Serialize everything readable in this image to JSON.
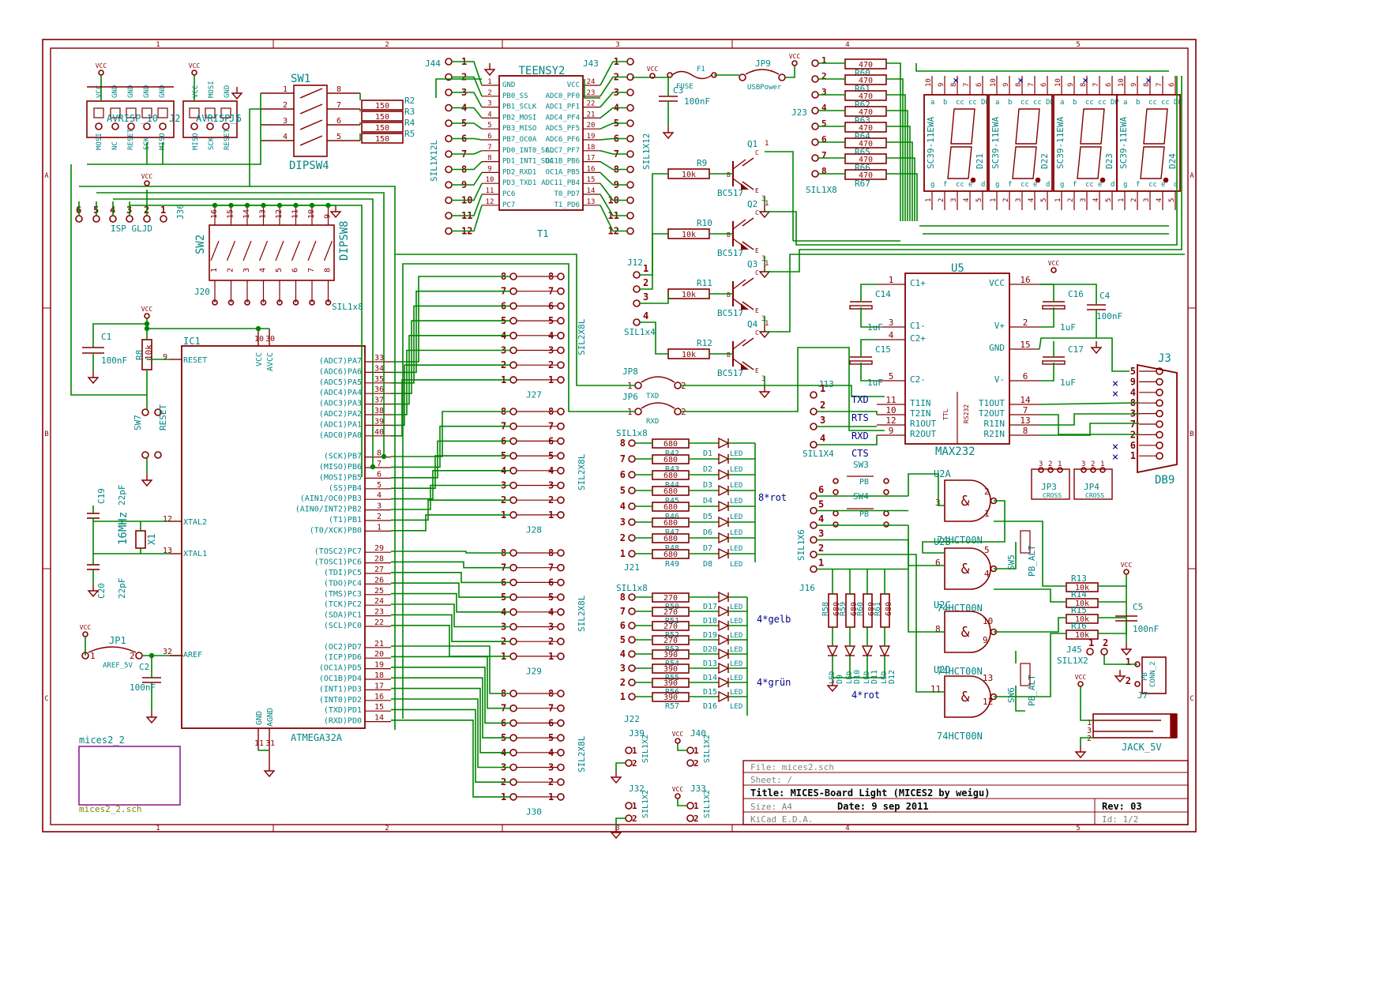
{
  "colors": {
    "wire": "#008400",
    "part": "#840000",
    "text": "#008484",
    "net": "#000084",
    "border": "#840000",
    "frame": "#000000"
  },
  "frame": {
    "cols": [
      "1",
      "2",
      "3",
      "4",
      "5"
    ],
    "rows": [
      "A",
      "B",
      "C"
    ]
  },
  "titleblock": {
    "file": "File: mices2.sch",
    "sheet": "Sheet: /",
    "title": "Title: MICES-Board Light (MICES2 by weigu)",
    "size": "Size: A4",
    "date": "Date: 9 sep 2011",
    "rev": "Rev: 03",
    "kicad": "KiCad E.D.A.",
    "id": "Id: 1/2"
  },
  "sheetbox": {
    "name": "mices2_2",
    "file": "mices2_2.sch"
  },
  "labels": {
    "avrisp_j2": "AVRISP_10",
    "j2": "J2",
    "avrisp_j1": "AVRISP_6",
    "j1": "J1",
    "sw1": "SW1",
    "dipsw4": "DIPSW4",
    "isp": "ISP GLJD",
    "j36": "J36",
    "sw2": "SW2",
    "dipsw8": "DIPSW8",
    "j20": "J20",
    "sil1x8": "SIL1x8",
    "c1": "C1",
    "c1v": "100nF",
    "r8": "R8",
    "r8v": "10k",
    "ic1": "IC1",
    "reset": "RESET",
    "sw7": "SW7",
    "swreset": "RESET",
    "c19": "C19",
    "c19v": "22pF",
    "x1": "X1",
    "x1v": "16MHz",
    "c20": "C20",
    "c20v": "22pF",
    "xtal2": "XTAL2",
    "xtal1": "XTAL1",
    "jp1": "JP1",
    "aref5": "AREF_5V",
    "c2": "C2",
    "c2v": "100nF",
    "aref": "AREF",
    "atmega": "ATMEGA32A",
    "vcc": "VCC",
    "avcc": "AVCC",
    "gnd": "GND",
    "agnd": "AGND",
    "teensy": "TEENSY2",
    "t1": "T1",
    "j44": "J44",
    "j43": "J43",
    "sil1x12l": "SIL1X12L",
    "sil1x12": "SIL1X12",
    "f1": "F1",
    "fuse": "FUSE",
    "c3": "C3",
    "c3v": "100nF",
    "jp9": "JP9",
    "usbpower": "USBPower",
    "q1": "Q1",
    "q2": "Q2",
    "q3": "Q3",
    "q4": "Q4",
    "bc517": "BC517",
    "r9": "R9",
    "r10": "R10",
    "r11": "R11",
    "r12": "R12",
    "k10": "10k",
    "j12": "J12",
    "sil1x4": "SIL1x4",
    "jp8": "JP8",
    "txd": "TXD",
    "jp6": "JP6",
    "rxd": "RXD",
    "j23": "J23",
    "sil1x8b": "SIL1X8",
    "seg": "SC39-11EWA",
    "u5": "U5",
    "max232": "MAX232",
    "j13": "J13",
    "sil1x4b": "SIL1X4",
    "net_txd": "TXD",
    "net_rts": "RTS",
    "net_rxd": "RXD",
    "net_cts": "CTS",
    "c14": "C14",
    "c15": "C15",
    "c16": "C16",
    "c17": "C17",
    "c4": "C4",
    "uf": "1uF",
    "c4v": "100nF",
    "j3": "J3",
    "db9": "DB9",
    "jp3": "JP3",
    "jp4": "JP4",
    "cross": "CROSS",
    "sil2x8l": "SIL2X8L",
    "j27": "J27",
    "j28": "J28",
    "j29": "J29",
    "j30": "J30",
    "j21": "J21",
    "j22": "J22",
    "sil1x8c": "SIL1x8",
    "rot8": "8*rot",
    "gelb": "4*gelb",
    "gruen": "4*grün",
    "rot4": "4*rot",
    "sw3": "SW3",
    "sw4": "SW4",
    "pb": "PB",
    "sil1x6": "SIL1X6",
    "j16": "J16",
    "u2a": "U2A",
    "u2b": "U2B",
    "u2c": "U2C",
    "u2d": "U2D",
    "hct": "74HCT00N",
    "sw5": "SW5",
    "sw6": "SW6",
    "pbalt": "PB_ALT",
    "c5": "C5",
    "c5v": "100nF",
    "j45": "J45",
    "sil1x2": "SIL1X2",
    "j7": "J7",
    "conn2": "CONN_2",
    "jack": "JACK_5V",
    "j39": "J39",
    "j40": "J40",
    "j32": "J32",
    "j33": "J33",
    "sil1x2v": "SIL1X2"
  },
  "atmega_right": [
    "(ADC7)PA7",
    "(ADC6)PA6",
    "(ADC5)PA5",
    "(ADC4)PA4",
    "(ADC3)PA3",
    "(ADC2)PA2",
    "(ADC1)PA1",
    "(ADC0)PA0",
    "",
    "(SCK)PB7",
    "(MISO)PB6",
    "(MOSI)PB5",
    "(SS)PB4",
    "(AIN1/OC0)PB3",
    "(AIN0/INT2)PB2",
    "(T1)PB1",
    "(T0/XCK)PB0",
    "",
    "(TOSC2)PC7",
    "(TOSC1)PC6",
    "(TDI)PC5",
    "(TDO)PC4",
    "(TMS)PC3",
    "(TCK)PC2",
    "(SDA)PC1",
    "(SCL)PC0",
    "",
    "(OC2)PD7",
    "(ICP)PD6",
    "(OC1A)PD5",
    "(OC1B)PD4",
    "(INT1)PD3",
    "(INT0)PD2",
    "(TXD)PD1",
    "(RXD)PD0"
  ],
  "atmega_pins": [
    "33",
    "34",
    "35",
    "36",
    "37",
    "38",
    "39",
    "40",
    "",
    "8",
    "7",
    "6",
    "5",
    "4",
    "3",
    "2",
    "1",
    "",
    "29",
    "28",
    "27",
    "26",
    "25",
    "24",
    "23",
    "22",
    "",
    "21",
    "20",
    "19",
    "18",
    "17",
    "16",
    "15",
    "14"
  ],
  "teensy_left": [
    "GND",
    "PB0_SS",
    "PB1_SCLK",
    "PB2_MOSI",
    "PB3_MISO",
    "PB7_OC0A",
    "PD0_INT0_SCL",
    "PD1_INT1_SDA",
    "PD2_RXD1",
    "PD3_TXD1",
    "PC6",
    "PC7"
  ],
  "teensy_right": [
    "VCC",
    "ADC0_PF0",
    "ADC1_PF1",
    "ADC4_PF4",
    "ADC5_PF5",
    "ADC6_PF6",
    "ADC7_PF7",
    "OC1B_PB6",
    "OC1A_PB5",
    "ADC11_PB4",
    "T0_PD7",
    "T1_PD6"
  ],
  "teensy_lpins": [
    "1",
    "2",
    "3",
    "4",
    "5",
    "6",
    "7",
    "8",
    "9",
    "10",
    "11",
    "12"
  ],
  "teensy_rpins": [
    "24",
    "23",
    "22",
    "21",
    "20",
    "19",
    "18",
    "17",
    "16",
    "15",
    "14",
    "13"
  ],
  "r_150": [
    "R2",
    "R3",
    "R4",
    "R5"
  ],
  "val_150": "150",
  "r_470": [
    "R60",
    "R61",
    "R62",
    "R63",
    "R64",
    "R65",
    "R66",
    "R67"
  ],
  "val_470": "470",
  "led_r_680": [
    "R42",
    "R43",
    "R44",
    "R45",
    "R46",
    "R47",
    "R48",
    "R49"
  ],
  "val_680": "680",
  "led_d_red": [
    "D1",
    "D2",
    "D3",
    "D4",
    "D5",
    "D6",
    "D7",
    "D8"
  ],
  "led_r_low": [
    "R50",
    "R51",
    "R52",
    "R53",
    "R54",
    "R55",
    "R56",
    "R57"
  ],
  "led_v_low": [
    "270",
    "270",
    "270",
    "270",
    "390",
    "390",
    "390",
    "390"
  ],
  "led_d_low": [
    "D17",
    "D18",
    "D19",
    "D20",
    "D13",
    "D14",
    "D15",
    "D16"
  ],
  "led": "LED",
  "seg_names": [
    "D21",
    "D22",
    "D23",
    "D24"
  ],
  "vert_r": [
    "R58",
    "R59",
    "R60",
    "R61"
  ],
  "vert_d": [
    "D9",
    "D10",
    "D11",
    "D12"
  ],
  "pb_r": [
    "R13",
    "R14",
    "R15",
    "R16"
  ],
  "max_left": [
    "C1+",
    "C1-",
    "C2+",
    "C2-",
    "T1IN",
    "T2IN",
    "R1OUT",
    "R2OUT"
  ],
  "max_lpins": [
    "1",
    "3",
    "4",
    "5",
    "11",
    "10",
    "12",
    "9"
  ],
  "max_right": [
    "VCC",
    "V+",
    "GND",
    "V-",
    "T1OUT",
    "T2OUT",
    "R1IN",
    "R2IN"
  ],
  "max_rpins": [
    "16",
    "2",
    "15",
    "6",
    "14",
    "7",
    "13",
    "8"
  ],
  "ttl": "TTL",
  "rs232": "RS232"
}
